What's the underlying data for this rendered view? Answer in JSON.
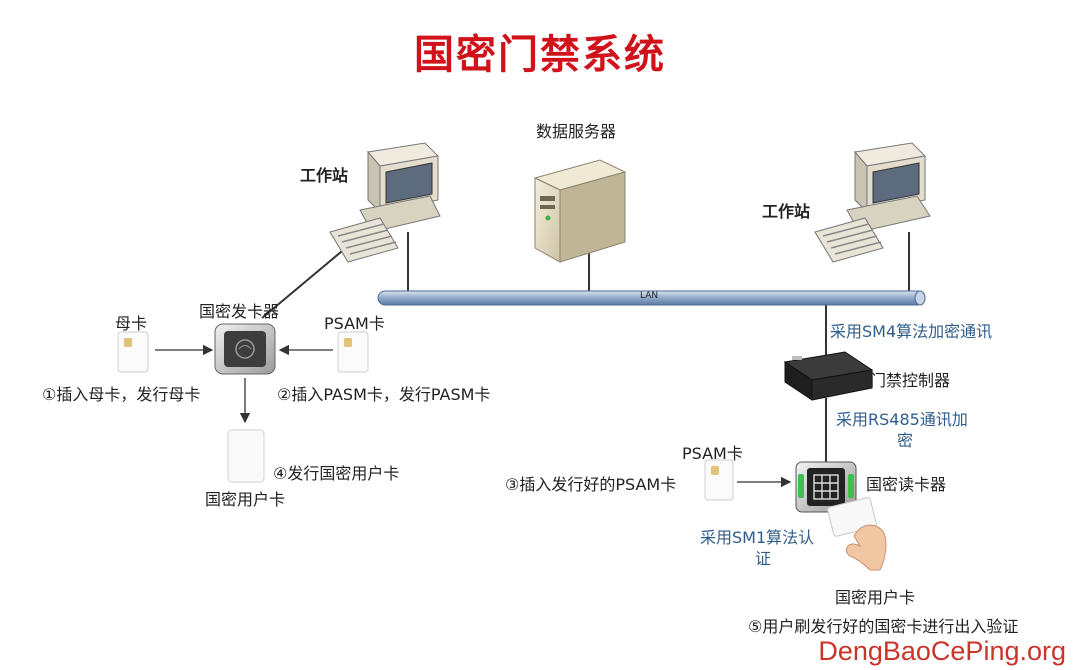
{
  "title": "国密门禁系统",
  "nodes": {
    "server": "数据服务器",
    "workstation_left": "工作站",
    "workstation_right": "工作站",
    "card_issuer": "国密发卡器",
    "mother_card": "母卡",
    "psam_card_left": "PSAM卡",
    "user_card_left": "国密用户卡",
    "door_controller": "门禁控制器",
    "psam_card_right": "PSAM卡",
    "card_reader": "国密读卡器",
    "user_card_right": "国密用户卡"
  },
  "network": {
    "lan_label": "LAN"
  },
  "steps": {
    "step1": "①插入母卡，发行母卡",
    "step2": "②插入PASM卡，发行PASM卡",
    "step3": "③插入发行好的PSAM卡",
    "step4": "④发行国密用户卡",
    "step5": "⑤用户刷发行好的国密卡进行出入验证"
  },
  "annotations": {
    "sm4": "采用SM4算法加密通讯",
    "rs485_line1": "采用RS485通讯加",
    "rs485_line2": "密",
    "sm1_line1": "采用SM1算法认",
    "sm1_line2": "证"
  },
  "watermark": "DengBaoCePing.org"
}
